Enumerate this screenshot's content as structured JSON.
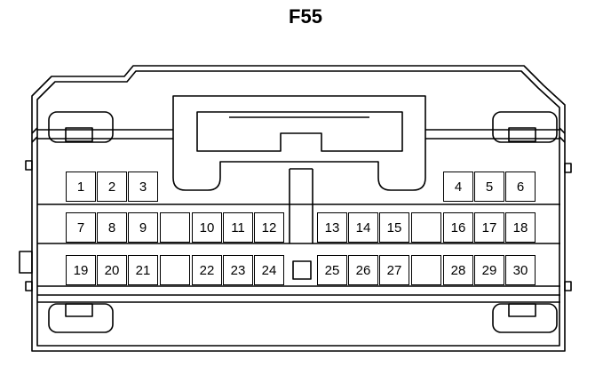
{
  "title": "F55",
  "pins": {
    "row1_left": [
      "1",
      "2",
      "3"
    ],
    "row1_right": [
      "4",
      "5",
      "6"
    ],
    "row2": [
      "7",
      "8",
      "9",
      "10",
      "11",
      "12",
      "13",
      "14",
      "15",
      "16",
      "17",
      "18"
    ],
    "row3": [
      "19",
      "20",
      "21",
      "22",
      "23",
      "24",
      "25",
      "26",
      "27",
      "28",
      "29",
      "30"
    ]
  }
}
